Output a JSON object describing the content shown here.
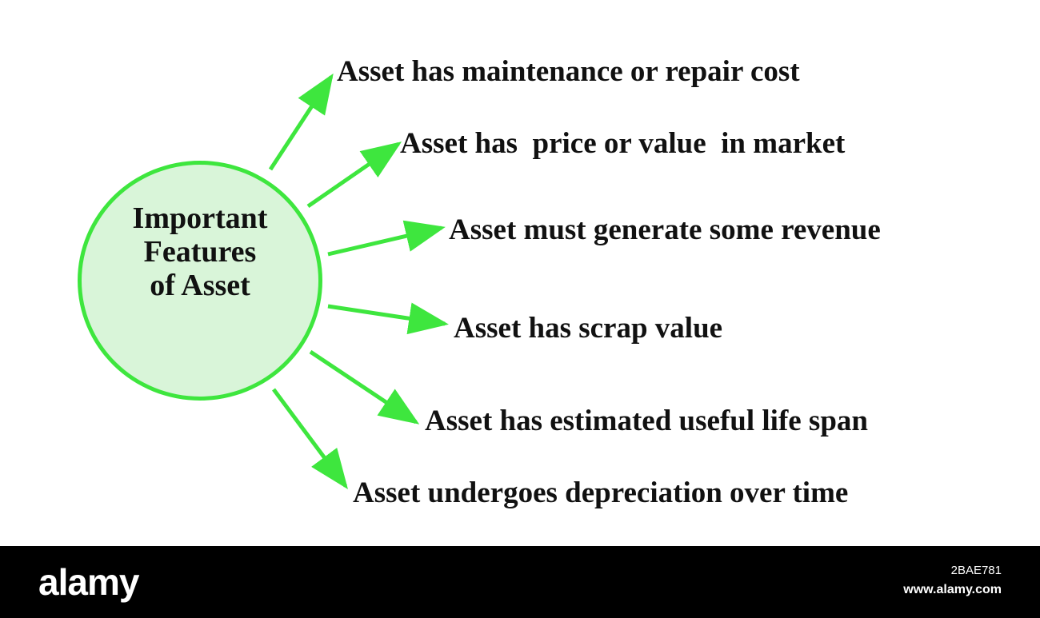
{
  "colors": {
    "accent": "#3ee63e",
    "hub_fill": "#d9f5d9",
    "text": "#111111",
    "footer": "#000000"
  },
  "hub": {
    "label": "Important\nFeatures\nof Asset"
  },
  "features": [
    "Asset has maintenance or repair cost",
    "Asset has  price or value  in market",
    "Asset must generate some revenue",
    "Asset has scrap value",
    "Asset has estimated useful life span",
    "Asset undergoes depreciation over time"
  ],
  "footer": {
    "brand": "alamy",
    "image_id": "2BAE781",
    "site": "www.alamy.com"
  }
}
